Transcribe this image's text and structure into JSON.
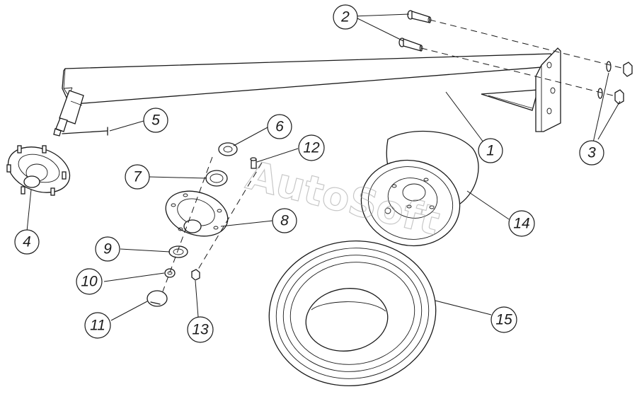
{
  "watermark": "AutoSoft",
  "callouts": [
    {
      "id": "1",
      "label": "1"
    },
    {
      "id": "2",
      "label": "2"
    },
    {
      "id": "3",
      "label": "3"
    },
    {
      "id": "4",
      "label": "4"
    },
    {
      "id": "5",
      "label": "5"
    },
    {
      "id": "6",
      "label": "6"
    },
    {
      "id": "7",
      "label": "7"
    },
    {
      "id": "8",
      "label": "8"
    },
    {
      "id": "9",
      "label": "9"
    },
    {
      "id": "10",
      "label": "10"
    },
    {
      "id": "11",
      "label": "11"
    },
    {
      "id": "12",
      "label": "12"
    },
    {
      "id": "13",
      "label": "13"
    },
    {
      "id": "14",
      "label": "14"
    },
    {
      "id": "15",
      "label": "15"
    }
  ]
}
